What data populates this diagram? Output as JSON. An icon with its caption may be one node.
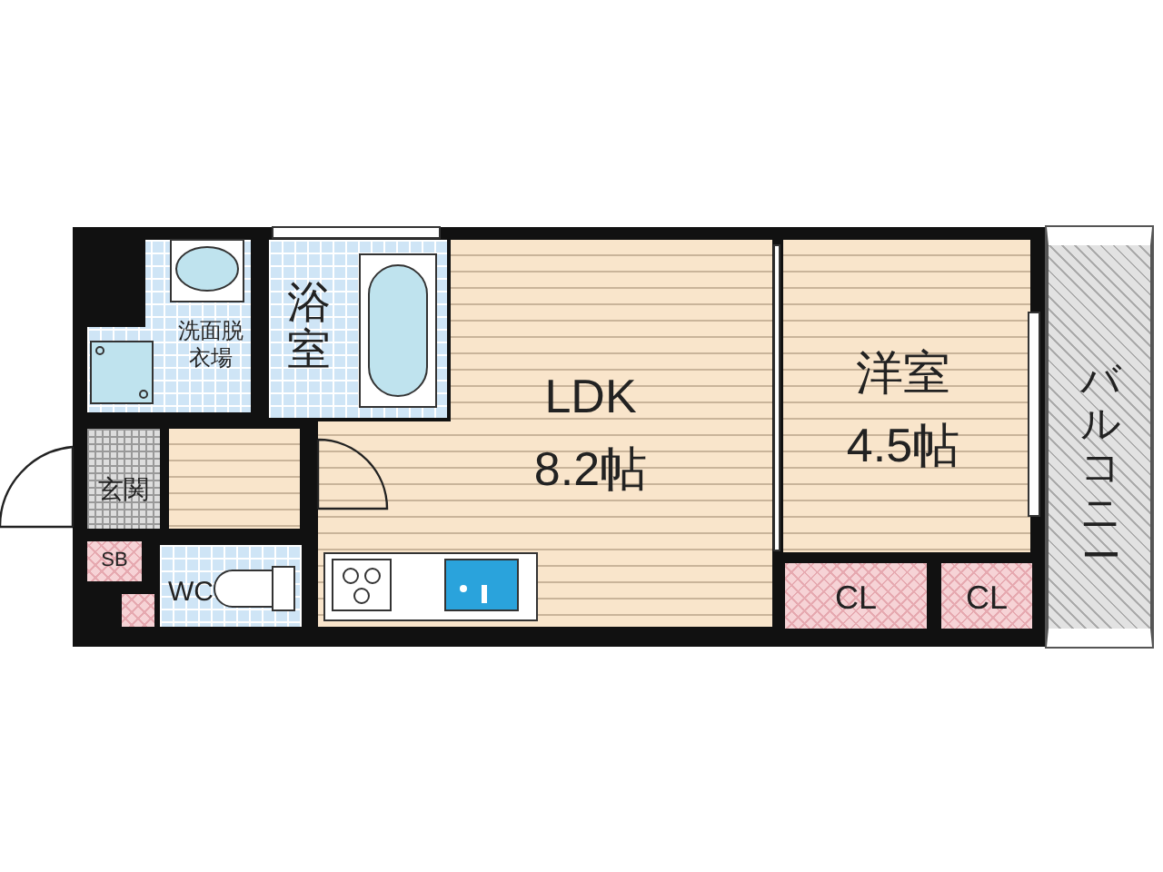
{
  "diagram": {
    "nodes": [
      {
        "text": [
          "洗面脱衣場"
        ]
      },
      {
        "text": [
          "浴室"
        ]
      },
      {
        "text": [
          "LDK",
          "8.2帖"
        ]
      },
      {
        "text": [
          "洋室",
          "4.5帖"
        ]
      },
      {
        "text": [
          "バルコニー"
        ]
      },
      {
        "text": [
          "玄関"
        ]
      },
      {
        "text": [
          "SB"
        ]
      },
      {
        "text": [
          "WC"
        ]
      },
      {
        "text": [
          "CL"
        ]
      },
      {
        "text": [
          "CL"
        ]
      }
    ],
    "edges": []
  }
}
